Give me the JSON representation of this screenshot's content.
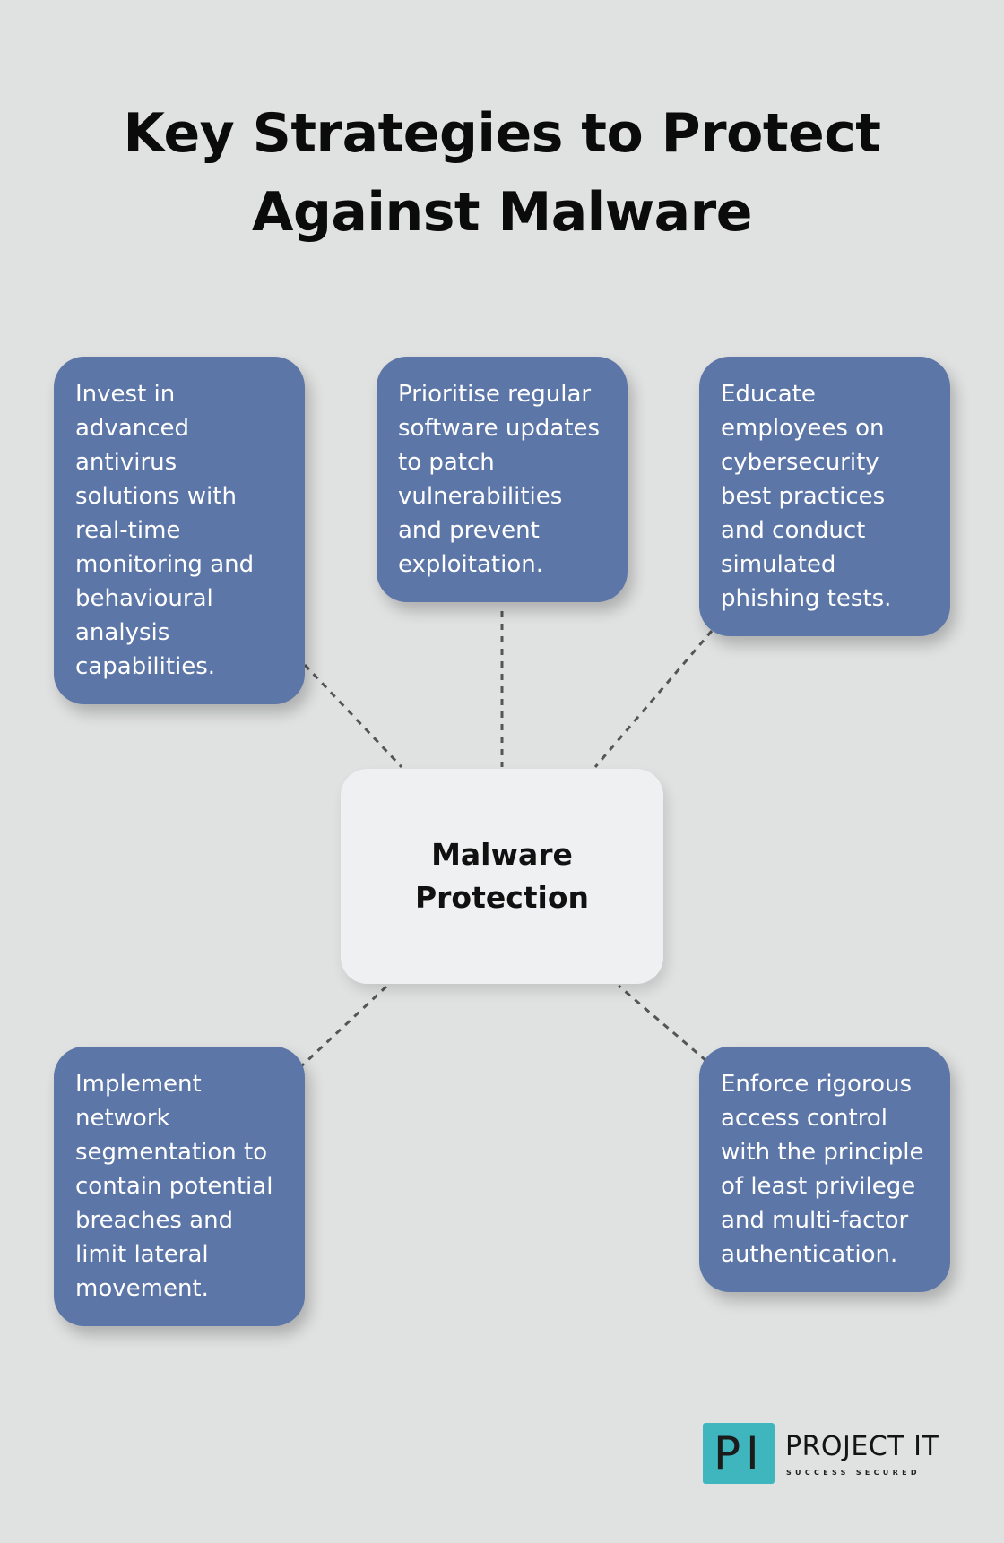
{
  "title": {
    "line1": "Key Strategies to Protect",
    "line2": "Against Malware"
  },
  "center": {
    "line1": "Malware",
    "line2": "Protection"
  },
  "strategies": [
    "Invest in advanced antivirus solutions with real-time monitoring and behavioural analysis capabilities.",
    "Prioritise regular software updates to patch vulnerabilities and prevent exploitation.",
    "Educate employees on cybersecurity best practices and conduct simulated phishing tests.",
    "Implement network segmentation to contain potential breaches and limit lateral movement.",
    "Enforce rigorous access control with the principle of least privilege and multi-factor authentication."
  ],
  "logo": {
    "mark_left": "P",
    "mark_right": "I",
    "name": "PROJECT IT",
    "tagline": "SUCCESS SECURED"
  },
  "colors": {
    "background": "#e0e1e1",
    "card": "#5d76a8",
    "center_box": "#eff0f1",
    "logo_accent": "#3fb5bd",
    "connector": "#555555"
  }
}
